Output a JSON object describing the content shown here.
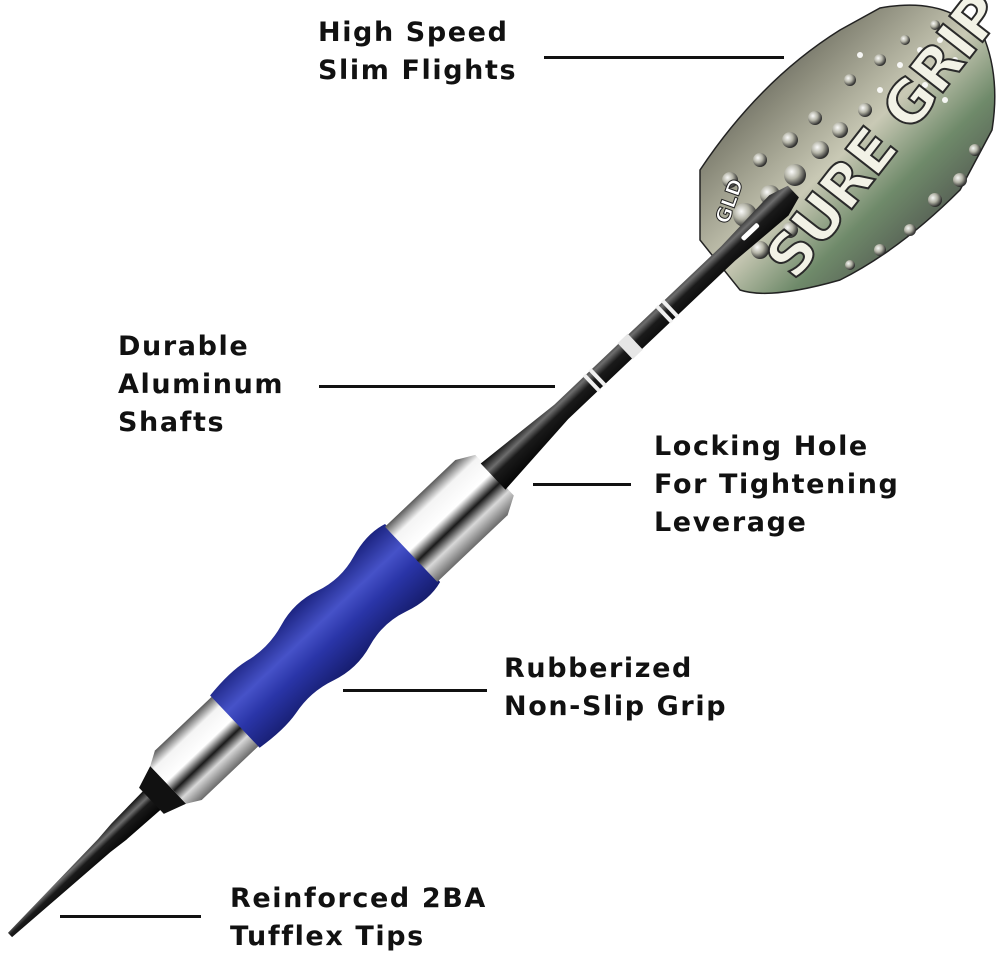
{
  "product": {
    "flight_print": "SURE GRIP",
    "flight_logo": "GLD",
    "grip_color": "#2a35a8",
    "shaft_color": "#1c1c1c",
    "barrel_color": "#e8e8e8"
  },
  "callouts": [
    {
      "id": "flights",
      "lines": [
        "High Speed",
        "Slim Flights"
      ]
    },
    {
      "id": "shafts",
      "lines": [
        "Durable",
        "Aluminum",
        "Shafts"
      ]
    },
    {
      "id": "locking-hole",
      "lines": [
        "Locking Hole",
        "For Tightening",
        "Leverage"
      ]
    },
    {
      "id": "grip",
      "lines": [
        "Rubberized",
        "Non-Slip Grip"
      ]
    },
    {
      "id": "tips",
      "lines": [
        "Reinforced 2BA",
        "Tufflex Tips"
      ]
    }
  ]
}
